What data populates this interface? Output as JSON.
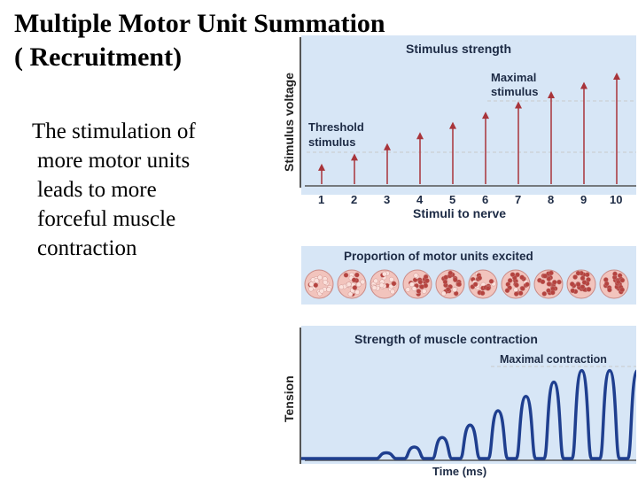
{
  "title": {
    "line1": "Multiple Motor Unit Summation",
    "line2": "( Recruitment)"
  },
  "body_text": {
    "lines": [
      "The stimulation of",
      "more motor units",
      "leads to more",
      "forceful muscle",
      "contraction"
    ]
  },
  "stimulus_panel": {
    "title": "Stimulus strength",
    "y_axis_label": "Stimulus voltage",
    "x_axis_label": "Stimuli to nerve",
    "threshold_label_1": "Threshold",
    "threshold_label_2": "stimulus",
    "maximal_label_1": "Maximal",
    "maximal_label_2": "stimulus",
    "stimuli": [
      "1",
      "2",
      "3",
      "4",
      "5",
      "6",
      "7",
      "8",
      "9",
      "10"
    ],
    "relative_strength": [
      0.22,
      0.33,
      0.44,
      0.56,
      0.67,
      0.78,
      0.89,
      1.0,
      1.1,
      1.2
    ],
    "arrow_color": "#a8343a"
  },
  "motor_units_panel": {
    "title": "Proportion of motor units excited",
    "circle_count": 10,
    "fill_color": "#f2c4bd",
    "excited_color": "#b5433f"
  },
  "tension_panel": {
    "title": "Strength of muscle contraction",
    "maximal_label": "Maximal contraction",
    "y_axis_label": "Tension",
    "x_axis_label": "Time (ms)",
    "relative_peaks": [
      0.06,
      0.12,
      0.22,
      0.35,
      0.5,
      0.65,
      0.8,
      0.92,
      0.92,
      0.92
    ],
    "line_color": "#1f3f8f"
  }
}
